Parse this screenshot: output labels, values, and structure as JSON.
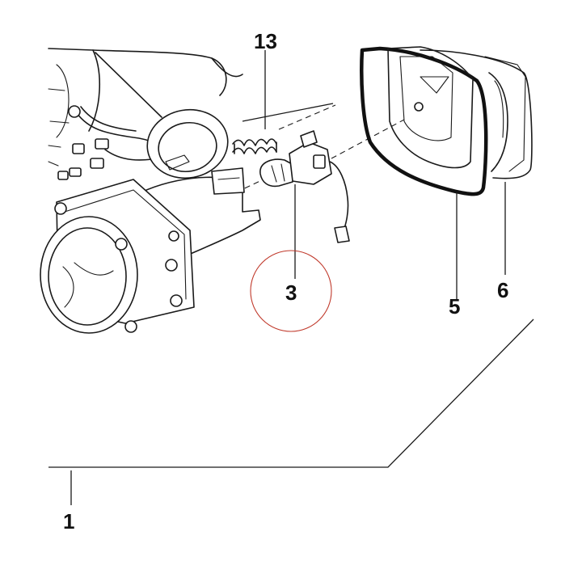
{
  "diagram": {
    "callouts": [
      {
        "id": "1",
        "label": "1"
      },
      {
        "id": "3",
        "label": "3"
      },
      {
        "id": "5",
        "label": "5"
      },
      {
        "id": "6",
        "label": "6"
      },
      {
        "id": "13",
        "label": "13"
      }
    ],
    "highlight": {
      "target": "3",
      "color": "#c0392b"
    }
  }
}
